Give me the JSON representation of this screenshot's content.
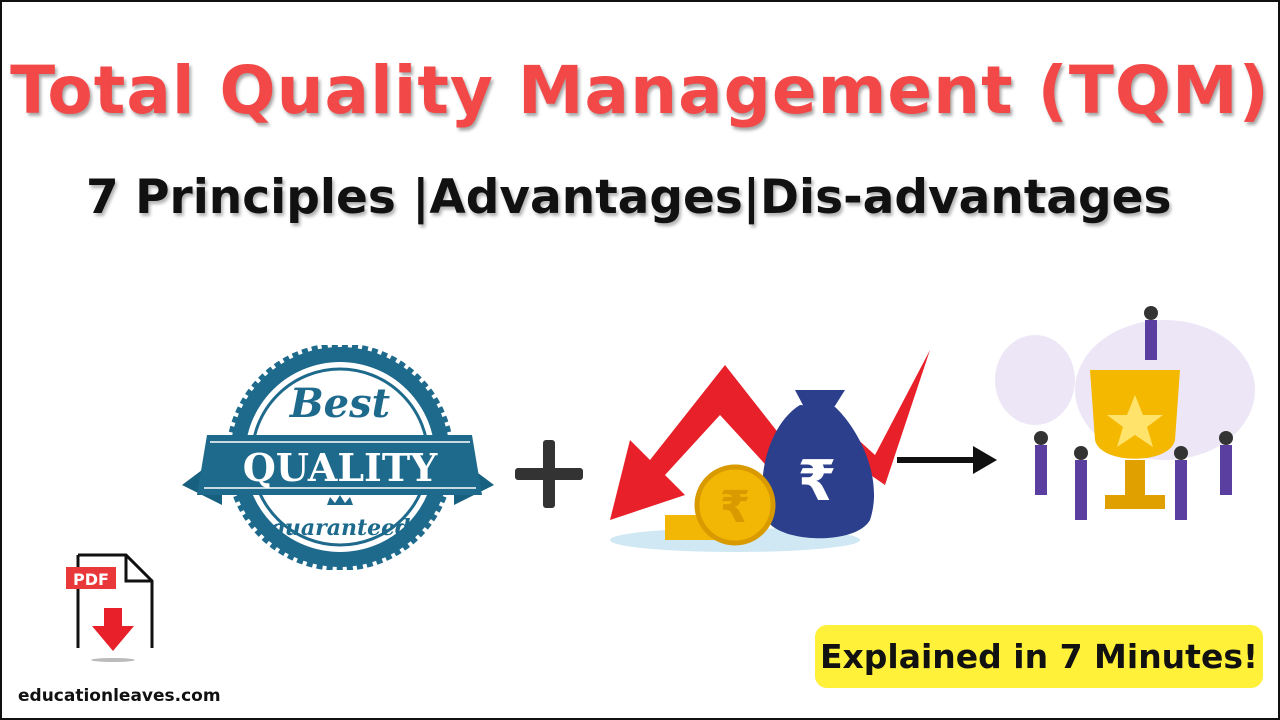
{
  "title": "Total Quality Management (TQM)",
  "subtitle": "7 Principles |Advantages|Dis-advantages",
  "badge": {
    "best": "Best",
    "quality": "QUALITY",
    "guaranteed": "guaranteed"
  },
  "pdf_label": "PDF",
  "currency_symbol": "₹",
  "callout": "Explained in 7 Minutes!",
  "website": "educationleaves.com",
  "colors": {
    "title": "#f24848",
    "badge_blue": "#1e6a8c",
    "callout_bg": "#fff03a",
    "arrow_red": "#e8202a",
    "bag_blue": "#2b3f8c",
    "gold": "#f2b705"
  }
}
